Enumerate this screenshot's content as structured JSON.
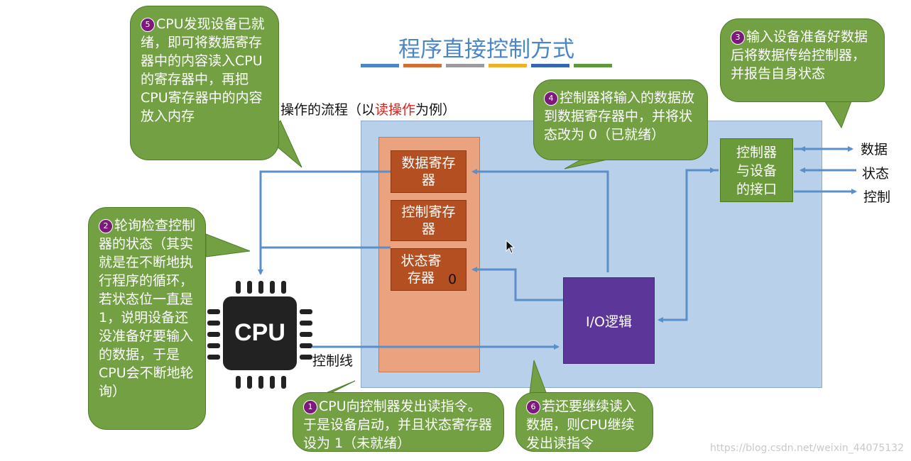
{
  "title": "程序直接控制方式",
  "title_bar_colors": [
    "#4a86c5",
    "#d46e33",
    "#9b9b9b",
    "#f0b128",
    "#3566b2",
    "#5b9a3a"
  ],
  "subtitle": {
    "prefix": "操作的流程（以",
    "highlight": "读操作",
    "suffix": "为例）"
  },
  "registers": {
    "data": "数据寄存器",
    "control": "控制寄存器",
    "status": "状态寄存器",
    "status_value": "0"
  },
  "io_logic": "I/O逻辑",
  "device_interface": "控制器与设备的接口",
  "side_labels": {
    "data": "数据",
    "status": "状态",
    "control": "控制"
  },
  "control_line_label": "控制线",
  "cpu_label": "CPU",
  "callouts": {
    "c1": {
      "num": "1",
      "text": "CPU向控制器发出读指令。于是设备启动，并且状态寄存器设为 1（未就绪）"
    },
    "c2": {
      "num": "2",
      "text": "轮询检查控制器的状态（其实就是在不断地执行程序的循环，若状态位一直是1，说明设备还没准备好要输入的数据，于是CPU会不断地轮询）"
    },
    "c3": {
      "num": "3",
      "text": "输入设备准备好数据后将数据传给控制器，并报告自身状态"
    },
    "c4": {
      "num": "4",
      "text": "控制器将输入的数据放到数据寄存器中，并将状态改为 0（已就绪）"
    },
    "c5": {
      "num": "5",
      "text": "CPU发现设备已就绪，即可将数据寄存器中的内容读入CPU的寄存器中，再把CPU寄存器中的内容放入内存"
    },
    "c6": {
      "num": "6",
      "text": "若还要继续读入数据，则CPU继续发出读指令"
    }
  },
  "watermark": "https://blog.csdn.net/weixin_44075132",
  "colors": {
    "arrow": "#5b8fc9",
    "callout": "#72a042",
    "register": "#b44f22",
    "io_logic": "#5c3698",
    "panel": "#b8d0ea"
  }
}
